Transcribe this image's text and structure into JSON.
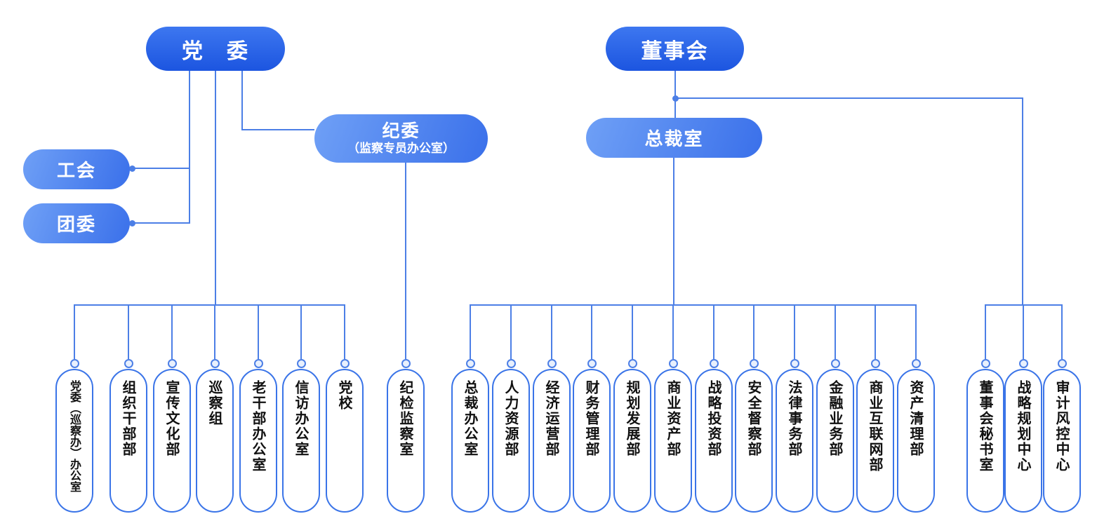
{
  "nodes": {
    "party_committee": "党　委",
    "board": "董事会",
    "discipline": {
      "title": "纪委",
      "subtitle": "（监察专员办公室）"
    },
    "president_office": "总裁室",
    "labor_union": "工会",
    "youth_league": "团委"
  },
  "pills": {
    "left": [
      "党委（巡察办）办公室",
      "组织干部部",
      "宣传文化部",
      "巡察组",
      "老干部办公室",
      "信访办公室",
      "党校"
    ],
    "discipline_child": "纪检监察室",
    "middle": [
      "总裁办公室",
      "人力资源部",
      "经济运营部",
      "财务管理部",
      "规划发展部",
      "商业资产部",
      "战略投资部",
      "安全督察部",
      "法律事务部",
      "金融业务部",
      "商业互联网部",
      "资产清理部"
    ],
    "right": [
      "董事会秘书室",
      "战略规划中心",
      "审计风控中心"
    ]
  },
  "colors": {
    "primary_node_top": "#3d77f0",
    "primary_node_bottom": "#1c55e0",
    "secondary_node_light": "#6fa0f6",
    "secondary_node_dark": "#3a70ea",
    "connector_line": "#4c7fe6",
    "pill_border": "#3a74e8",
    "pill_text": "#111111",
    "node_text": "#ffffff"
  }
}
